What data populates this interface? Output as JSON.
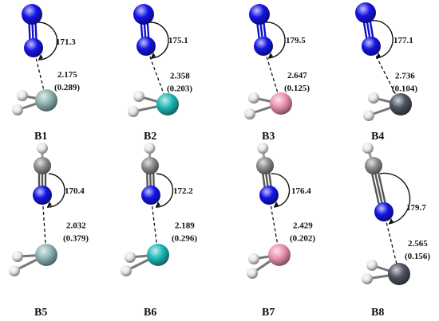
{
  "colors": {
    "N": "#1414e6",
    "C": "#8c8c8c",
    "H": "#e8e8e8",
    "B1": "#8fb4b4",
    "B2": "#1fb8b8",
    "B3": "#ec93b0",
    "B4": "#4d5360"
  },
  "panels": [
    {
      "name": "B1",
      "angle": "171.3",
      "distance": "2.175",
      "occupancy": "(0.289)",
      "top": "N",
      "bottom": "B1"
    },
    {
      "name": "B2",
      "angle": "175.1",
      "distance": "2.358",
      "occupancy": "(0.203)",
      "top": "N",
      "bottom": "B2"
    },
    {
      "name": "B3",
      "angle": "179.5",
      "distance": "2.647",
      "occupancy": "(0.125)",
      "top": "N",
      "bottom": "B3"
    },
    {
      "name": "B4",
      "angle": "177.1",
      "distance": "2.736",
      "occupancy": "(0.104)",
      "top": "N",
      "bottom": "B4"
    },
    {
      "name": "B5",
      "angle": "170.4",
      "distance": "2.032",
      "occupancy": "(0.379)",
      "top": "C",
      "bottom": "B1"
    },
    {
      "name": "B6",
      "angle": "172.2",
      "distance": "2.189",
      "occupancy": "(0.296)",
      "top": "C",
      "bottom": "B2"
    },
    {
      "name": "B7",
      "angle": "176.4",
      "distance": "2.429",
      "occupancy": "(0.202)",
      "top": "C",
      "bottom": "B3"
    },
    {
      "name": "B8",
      "angle": "179.7",
      "distance": "2.565",
      "occupancy": "(0.156)",
      "top": "C",
      "bottom": "B4"
    }
  ]
}
